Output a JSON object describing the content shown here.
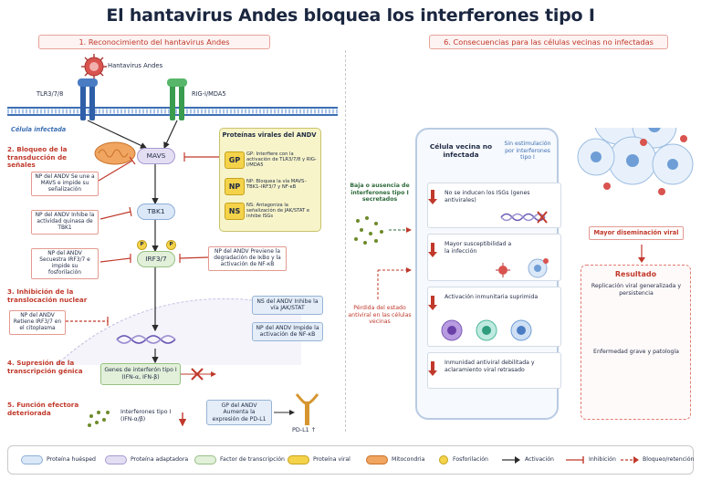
{
  "title": "El hantavirus Andes bloquea los interferones tipo I",
  "left": {
    "section": "1. Reconocimiento del hantavirus Andes",
    "virus": "Hantavirus Andes",
    "tlr": "TLR3/7/8",
    "rig": "RIG-I/MDA5",
    "cell": "Célula infectada",
    "step2": "2. Bloqueo de la transducción de señales",
    "mavs": "MAVS",
    "tbk1": "TBK1",
    "irf": "IRF3/7",
    "p": "P",
    "np_mavs": "NP del ANDV Se une a MAVS e impide su señalización",
    "np_tbk1": "NP del ANDV Inhibe la actividad quinasa de TBK1",
    "np_irf": "NP del ANDV Secuestra IRF3/7 e impide su fosforilación",
    "np_ikb": "NP del ANDV Previene la degradación de IκBα y la activación de NF-κB",
    "step3": "3. Inhibición de la translocación nuclear",
    "np_retiene": "NP del ANDV Retiene IRF3/7 en el citoplasma",
    "ns_jak": "NS del ANDV Inhibe la vía JAK/STAT",
    "np_nfkb": "NP del ANDV Impide la activación de NF-κB",
    "step4": "4. Supresión de la transcripción génica",
    "genes": "Genes de interferón tipo I (IFN-α, IFN-β)",
    "step5": "5. Función efectora deteriorada",
    "ifn": "Interferones tipo I (IFN-α/β)",
    "gp_pdl1": "GP del ANDV Aumenta la expresión de PD-L1",
    "pdl1": "PD-L1 ↑",
    "proteins": {
      "title": "Proteínas virales del ANDV",
      "items": [
        {
          "badge": "GP",
          "text": "GP: Interfiere con la activación de TLR3/7/8 y RIG-I/MDA5"
        },
        {
          "badge": "NP",
          "text": "NP: Bloquea la vía MAVS–TBK1–IRF3/7 y NF-κB"
        },
        {
          "badge": "NS",
          "text": "NS: Antagoniza la señalización de JAK/STAT e inhibe ISGs"
        }
      ]
    }
  },
  "middle": {
    "baja": "Baja o ausencia de interferones tipo I secretados",
    "perdida": "Pérdida del estado antiviral en las células vecinas"
  },
  "right": {
    "section": "6. Consecuencias para las células vecinas no infectadas",
    "cell_title": "Célula vecina no infectada",
    "sin": "Sin estimulación por interferones tipo I",
    "rows": [
      "No se inducen los ISGs (genes antivirales)",
      "Mayor susceptibilidad a la infección",
      "Activación inmunitaria suprimida",
      "Inmunidad antiviral debilitada y aclaramiento viral retrasado"
    ],
    "mayor": "Mayor diseminación viral",
    "resultado": "Resultado",
    "res1": "Replicación viral generalizada y persistencia",
    "res2": "Enfermedad grave y patología"
  },
  "legend": [
    "Proteína huésped",
    "Proteína adaptadora",
    "Factor de transcripción",
    "Proteína viral",
    "Mitocondria",
    "Fosforilación",
    "Activación",
    "Inhibición",
    "Bloqueo/retención"
  ],
  "colors": {
    "host": "#dbe8f7",
    "adaptor": "#e4def3",
    "tf": "#e2f0da",
    "viral": "#f7f4c9",
    "inhibit": "#c0392b",
    "accent": "#1b2740"
  }
}
